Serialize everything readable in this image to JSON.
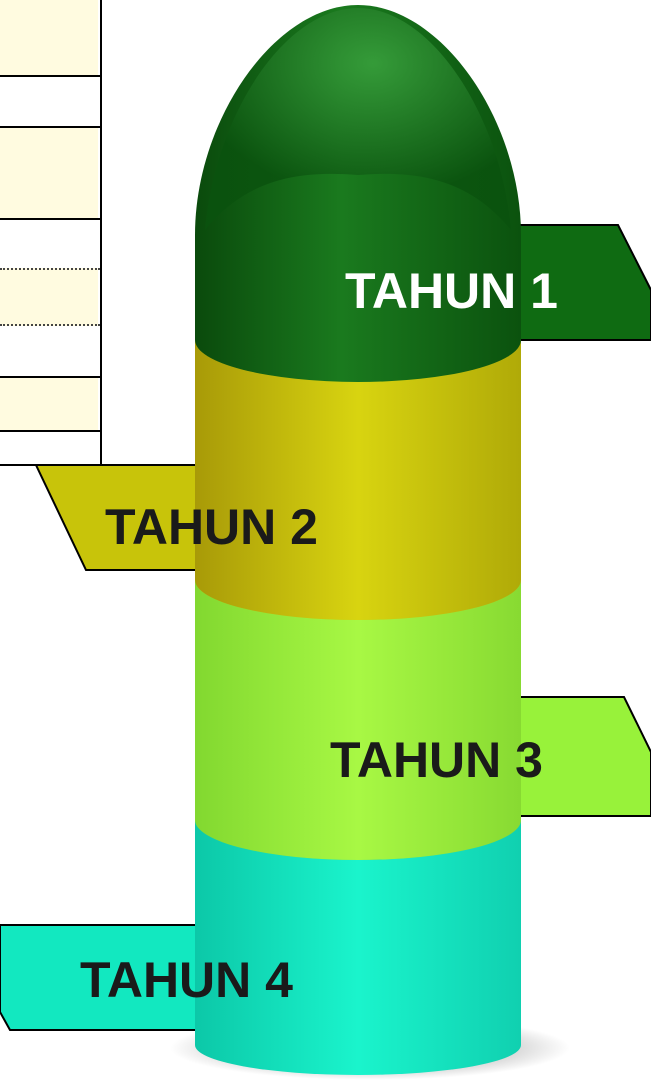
{
  "diagram": {
    "stages": [
      {
        "label": "TAHUN 1",
        "color": "#0f6b12",
        "text_color": "#ffffff"
      },
      {
        "label": "TAHUN 2",
        "color": "#c8c40a",
        "text_color": "#1a1a1a"
      },
      {
        "label": "TAHUN 3",
        "color": "#98f23a",
        "text_color": "#1a1a1a"
      },
      {
        "label": "TAHUN 4",
        "color": "#12e8c0",
        "text_color": "#1a1a1a"
      }
    ]
  }
}
